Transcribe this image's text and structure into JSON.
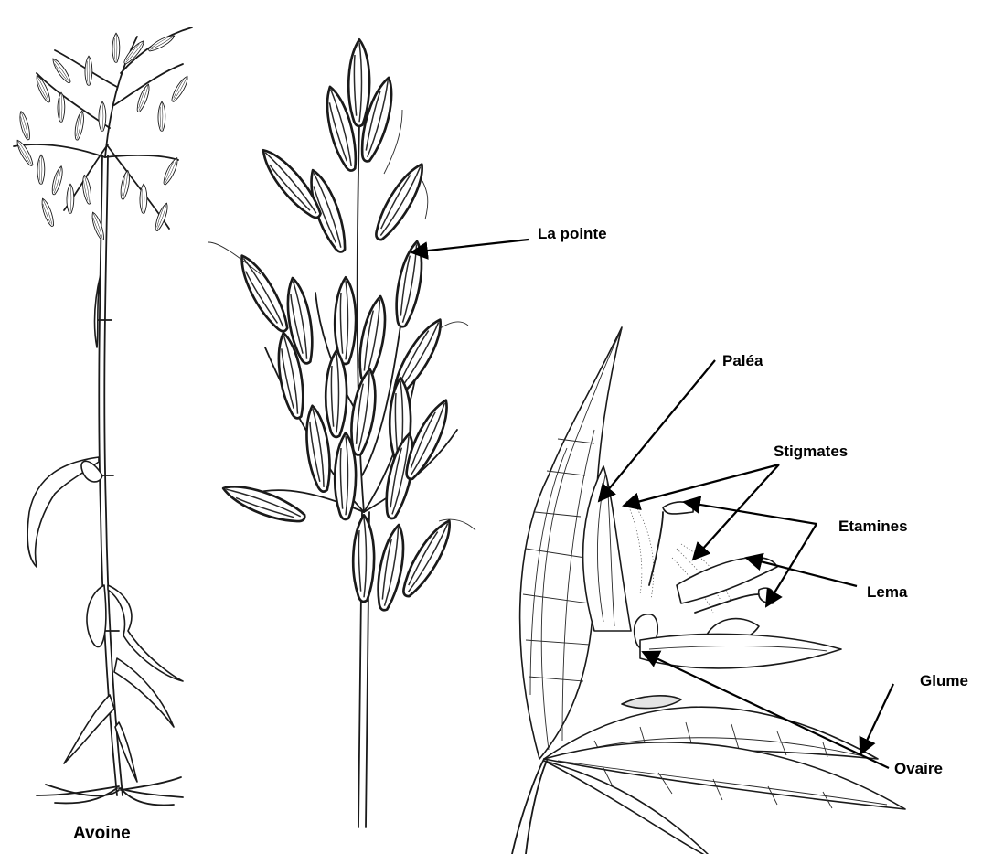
{
  "labels": {
    "la_pointe": "La pointe",
    "palea": "Paléa",
    "stigmates": "Stigmates",
    "etamines": "Etamines",
    "lema": "Lema",
    "glume": "Glume",
    "ovaire": "Ovaire",
    "avoine": "Avoine"
  },
  "colors": {
    "ink": "#1a1a1a",
    "label": "#000000",
    "background": "#ffffff"
  }
}
